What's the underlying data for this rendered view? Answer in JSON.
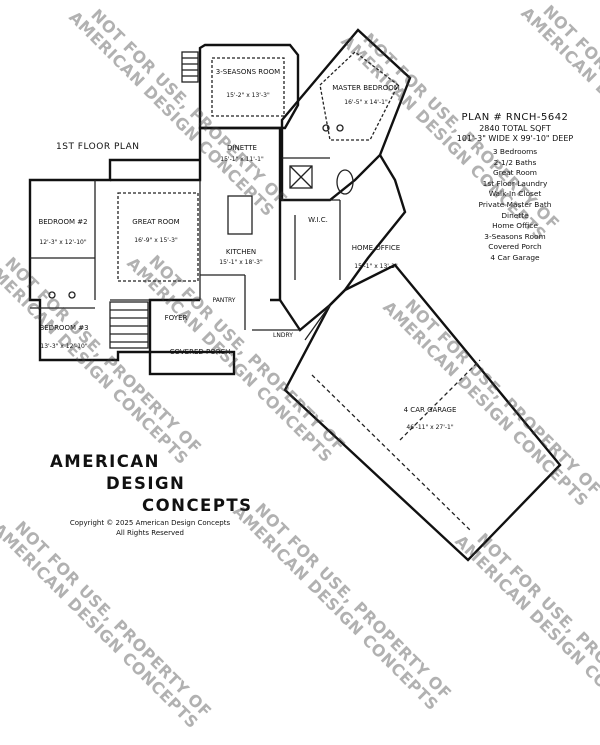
{
  "floor_label": "1ST FLOOR PLAN",
  "plan": {
    "id": "PLAN # RNCH-5642",
    "sqft": "2840 TOTAL SQFT",
    "dimensions": "101'-3\" WIDE X 99'-10\" DEEP",
    "features": [
      "3 Bedrooms",
      "2-1/2 Baths",
      "Great Room",
      "1st Floor Laundry",
      "Walk-In Closet",
      "Private Master Bath",
      "Dinette",
      "Home Office",
      "3-Seasons Room",
      "Covered Porch",
      "4 Car Garage"
    ]
  },
  "rooms": {
    "three_seasons": {
      "name": "3-SEASONS ROOM",
      "dim": "15'-2\" x 13'-3\""
    },
    "master_bedroom": {
      "name": "MASTER BEDROOM",
      "dim": "16'-5\" x 14'-1\""
    },
    "dinette": {
      "name": "DINETTE",
      "dim": "15'-1\" x 11'-1\""
    },
    "bedroom2": {
      "name": "BEDROOM #2",
      "dim": "12'-3\" x 12'-10\""
    },
    "great_room": {
      "name": "GREAT ROOM",
      "dim": "16'-9\" x 15'-3\""
    },
    "kitchen": {
      "name": "KITCHEN",
      "dim": "15'-1\" x 18'-3\""
    },
    "wic": {
      "name": "W.I.C."
    },
    "home_office": {
      "name": "HOME OFFICE",
      "dim": "15'-1\" x 13'-1\""
    },
    "pantry": {
      "name": "PANTRY"
    },
    "foyer": {
      "name": "FOYER"
    },
    "laundry": {
      "name": "LNDRY"
    },
    "bedroom3": {
      "name": "BEDROOM #3",
      "dim": "13'-3\" x 12'-10\""
    },
    "covered_porch": {
      "name": "COVERED PORCH"
    },
    "garage": {
      "name": "4 CAR GARAGE",
      "dim": "46'-11\" x 27'-1\""
    }
  },
  "brand": {
    "line1": "AMERICAN",
    "line2": "DESIGN",
    "line3": "CONCEPTS"
  },
  "copyright": {
    "line1": "Copyright © 2025 American Design Concepts",
    "line2": "All Rights Reserved"
  },
  "watermark": {
    "line1": "NOT FOR USE, PROPERTY OF",
    "line2": "AMERICAN DESIGN CONCEPTS"
  }
}
